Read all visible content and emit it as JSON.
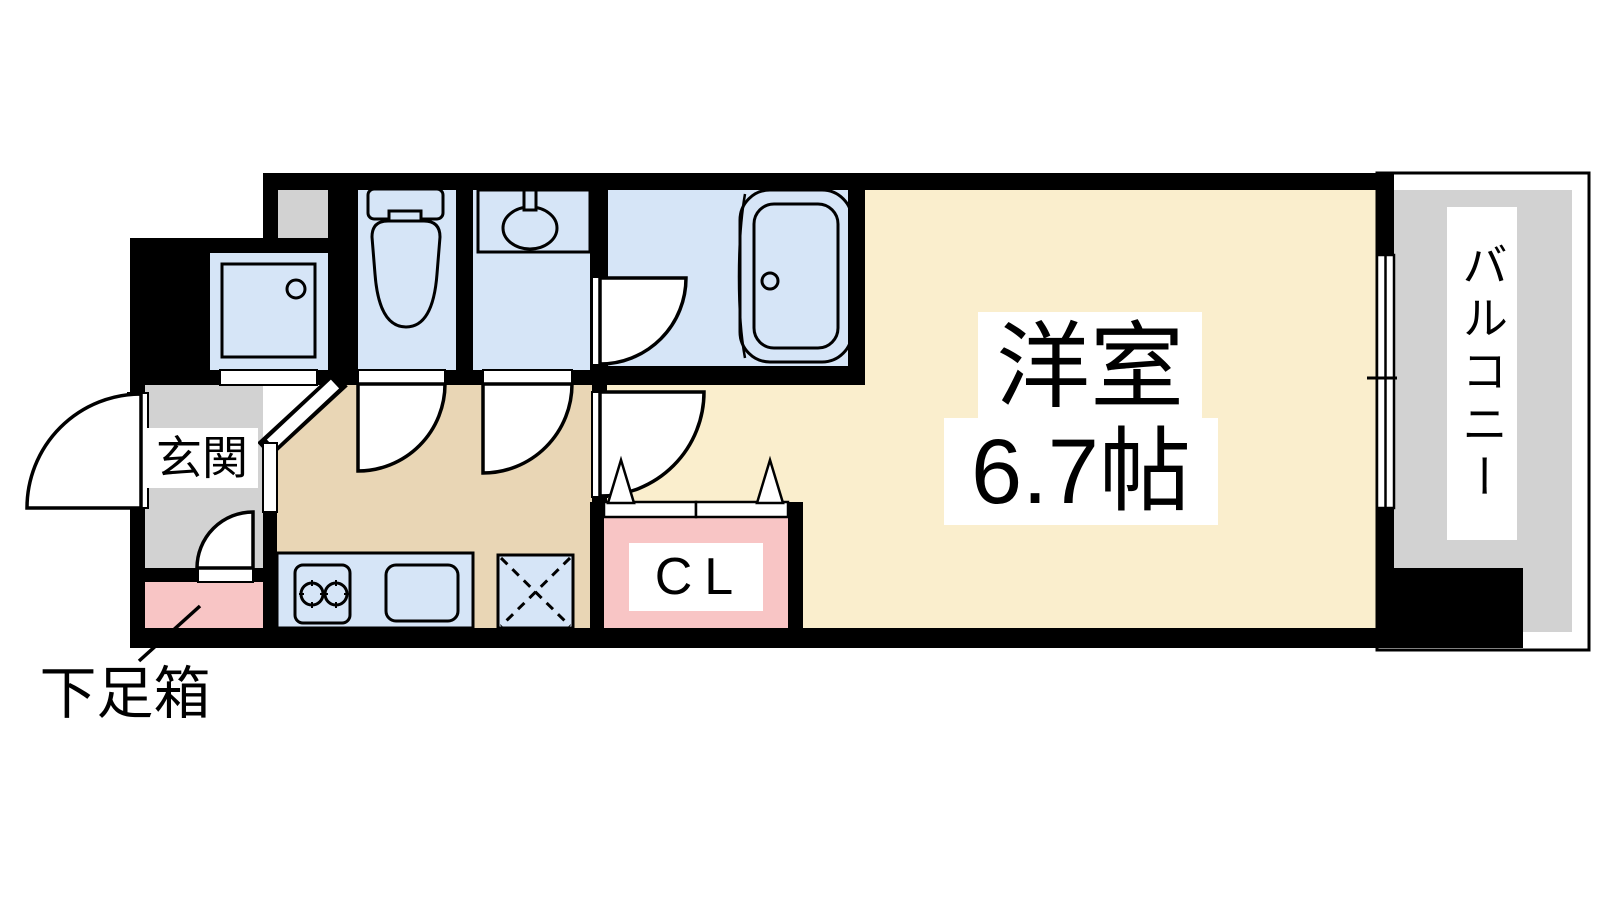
{
  "plan": {
    "type": "apartment-floor-plan",
    "labels": {
      "entrance": "玄関",
      "shoe_box": "下足箱",
      "closet": "CL",
      "main_room_name": "洋室",
      "main_room_size": "6.7帖",
      "balcony": "バルコニー"
    },
    "rooms": [
      {
        "name": "entrance",
        "label": "玄関",
        "color_key": "gray"
      },
      {
        "name": "shoe-box",
        "label": "下足箱",
        "color_key": "pink"
      },
      {
        "name": "hall",
        "label": "",
        "color_key": "hall_beige"
      },
      {
        "name": "washing-machine-space",
        "label": "",
        "color_key": "wet_blue"
      },
      {
        "name": "toilet",
        "label": "",
        "color_key": "wet_blue"
      },
      {
        "name": "washbasin",
        "label": "",
        "color_key": "wet_blue"
      },
      {
        "name": "bathroom",
        "label": "",
        "color_key": "wet_blue"
      },
      {
        "name": "kitchen-counter",
        "label": "",
        "color_key": "wet_blue"
      },
      {
        "name": "refrigerator-space",
        "label": "",
        "color_key": "wet_blue"
      },
      {
        "name": "closet",
        "label": "CL",
        "color_key": "pink"
      },
      {
        "name": "western-room",
        "label": "洋室 6.7帖",
        "color_key": "room_cream"
      },
      {
        "name": "balcony",
        "label": "バルコニー",
        "color_key": "gray"
      }
    ],
    "fixtures": [
      "washing-machine-pan",
      "toilet-bowl",
      "wash-basin",
      "bathtub",
      "two-burner-stove",
      "kitchen-sink",
      "refrigerator-cross-box",
      "bifold-closet-door",
      "entry-door-swing",
      "sliding-balcony-window"
    ],
    "palette": {
      "wall_black": "#000000",
      "wet_blue": "#d6e5f7",
      "room_cream": "#faeecd",
      "hall_beige": "#e9d6b5",
      "gray": "#d2d2d2",
      "pink": "#f8c5c5",
      "white": "#ffffff"
    }
  }
}
